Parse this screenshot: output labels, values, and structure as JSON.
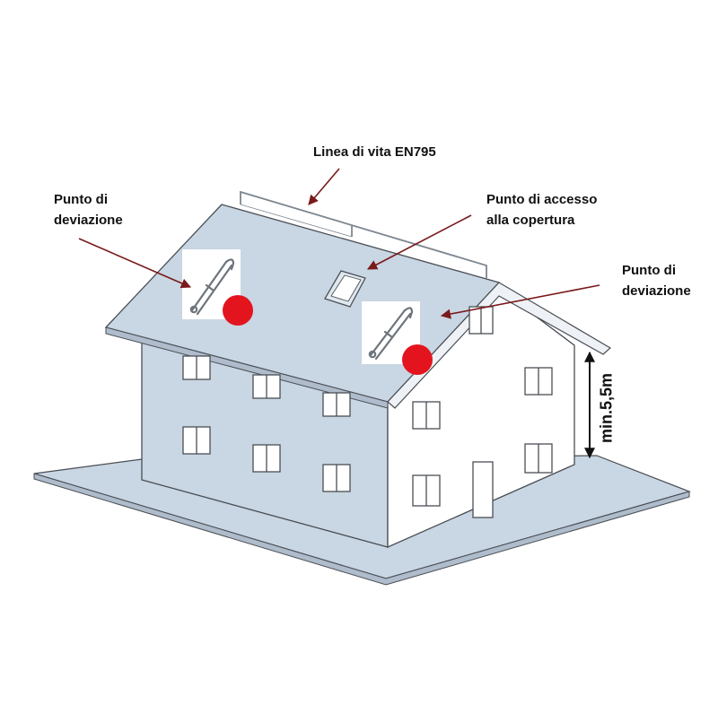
{
  "labels": {
    "lifeline": "Linea di vita EN795",
    "deviation_left": [
      "Punto di",
      "deviazione"
    ],
    "roof_access": [
      "Punto di accesso",
      "alla copertura"
    ],
    "deviation_right": [
      "Punto di",
      "deviazione"
    ],
    "min_height": "min.5,5m"
  },
  "colors": {
    "roof": "#c9d6e3",
    "wall_side": "#c9d6e3",
    "wall_gable": "#ffffff",
    "ground": "#c9d6e3",
    "outline": "#4a4f55",
    "arrow": "#7a1a1a",
    "marker": "#e3141e"
  },
  "icons": [
    "anchor-device-icon",
    "anchor-device-icon"
  ]
}
